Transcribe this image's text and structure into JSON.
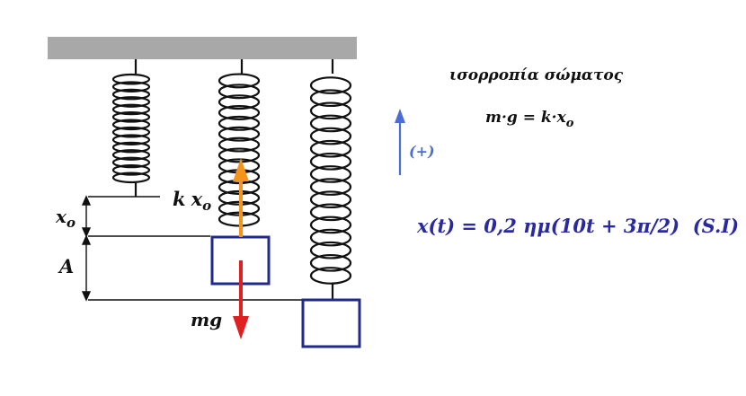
{
  "labels": {
    "x0_main": "x",
    "x0_sub": "o",
    "amplitude": "A",
    "spring_force_k": "k",
    "spring_force_x": "x",
    "spring_force_sub": "o",
    "weight": "mg",
    "equilibrium_title": "ισορροπία σώματος",
    "equilibrium_eq_main": "m·g = k·x",
    "equilibrium_eq_sub": "o",
    "positive_direction": "(+)",
    "equation": "x(t) = 0,2 ημ(10t + 3π/2)  (S.I)"
  },
  "colors": {
    "ceiling": "#a8a8a8",
    "spring": "#111111",
    "block": "#1f2a8c",
    "spring_force_arrow": "#f4941c",
    "weight_arrow": "#e02020",
    "positive_arrow": "#4a6ed8",
    "equation_text": "#2a2aa0",
    "text": "#111111"
  }
}
